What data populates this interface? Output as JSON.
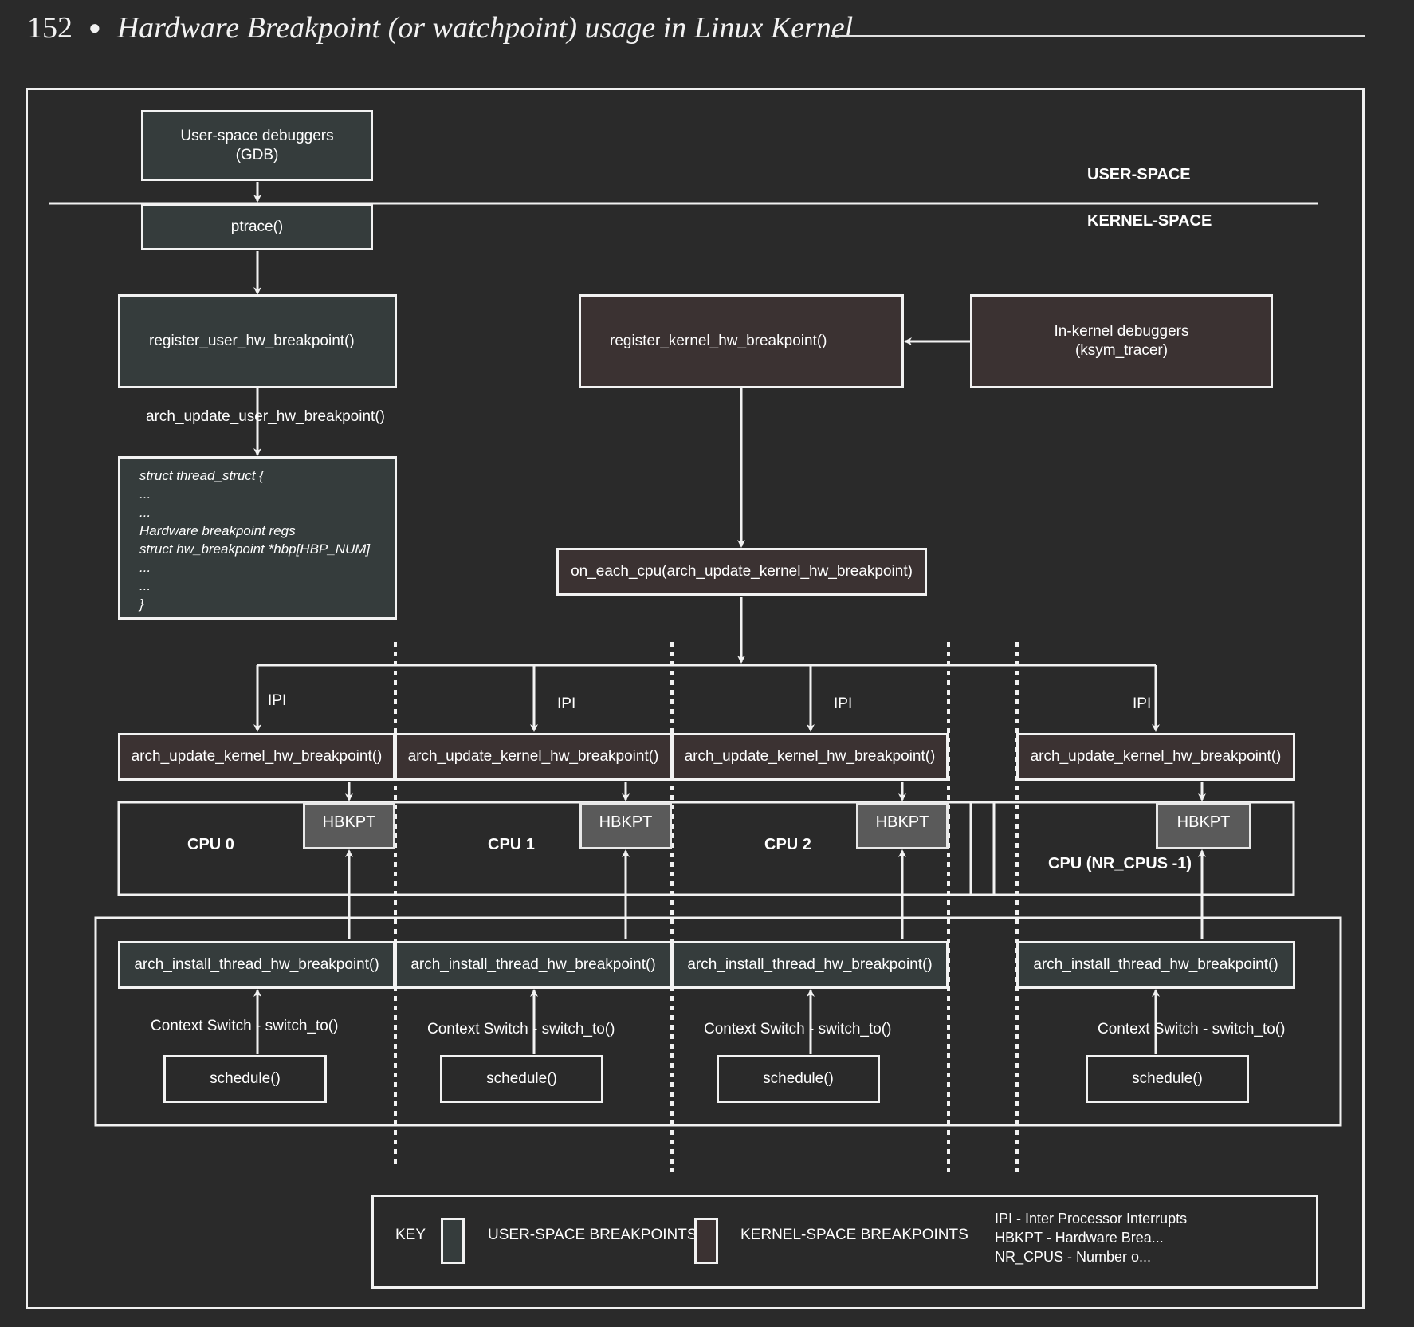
{
  "page_header": {
    "page_number": "152",
    "bullet": "●",
    "title": "Hardware Breakpoint (or watchpoint) usage in Linux Kernel"
  },
  "diagram": {
    "regions": {
      "user_space": "USER-SPACE",
      "kernel_space": "KERNEL-SPACE"
    },
    "user_debuggers": "User-space debuggers\n(GDB)",
    "ptrace": "ptrace()",
    "register_user": "register_user_hw_breakpoint()",
    "register_kernel": "register_kernel_hw_breakpoint()",
    "kernel_debuggers": "In-kernel debuggers\n(ksym_tracer)",
    "arch_update_user": "arch_update_user_hw_breakpoint()",
    "thread_struct": "struct thread_struct {\n...\n...\nHardware breakpoint regs\nstruct hw_breakpoint *hbp[HBP_NUM]\n...\n...\n}",
    "on_each_cpu": "on_each_cpu(arch_update_kernel_hw_breakpoint)",
    "ipi_label": "IPI",
    "arch_update_kernel": "arch_update_kernel_hw_breakpoint()",
    "hbkpt_label": "HBKPT",
    "arch_install": "arch_install_thread_hw_breakpoint()",
    "context_switch": "Context Switch - switch_to()",
    "schedule": "schedule()",
    "cpus": [
      "CPU 0",
      "CPU 1",
      "CPU 2",
      "CPU (NR_CPUS -1)"
    ]
  },
  "key": {
    "label": "KEY",
    "user_breakpoints": "USER-SPACE BREAKPOINTS",
    "kernel_breakpoints": "KERNEL-SPACE BREAKPOINTS",
    "abbreviations": [
      "IPI - Inter Processor Interrupts",
      "HBKPT - Hardware Brea...",
      "NR_CPUS - Number o..."
    ]
  },
  "colors": {
    "background": "#2a2a2a",
    "user_space_fill": "#353c3c",
    "kernel_space_fill": "#3b3232",
    "hbkpt_fill": "#5a5a5a",
    "line": "#f2f2f2"
  }
}
